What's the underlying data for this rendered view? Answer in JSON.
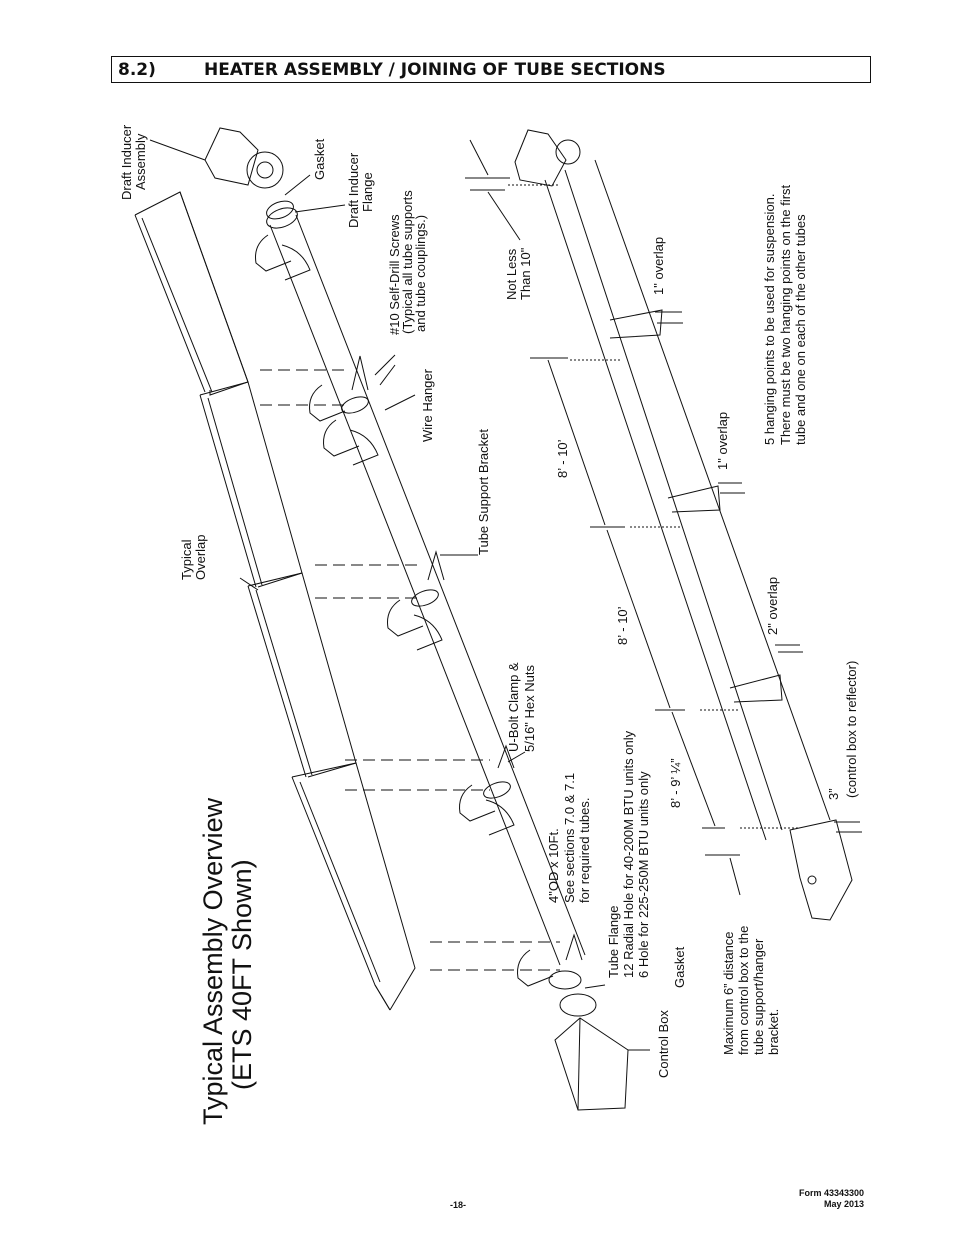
{
  "section": {
    "number": "8.2)",
    "title": "HEATER ASSEMBLY / JOINING OF TUBE SECTIONS"
  },
  "diagram": {
    "title_line1": "Typical Assembly Overview",
    "title_line2": "(ETS 40FT Shown)",
    "labels": {
      "draft_inducer_assembly_1": "Draft Inducer",
      "draft_inducer_assembly_2": "Assembly",
      "gasket_top": "Gasket",
      "draft_inducer_flange_1": "Draft Inducer",
      "draft_inducer_flange_2": "Flange",
      "self_drill_1": "#10 Self-Drill Screws",
      "self_drill_2": "(Typical all tube supports",
      "self_drill_3": "and tube couplings.)",
      "wire_hanger": "Wire Hanger",
      "tube_support_bracket": "Tube Support Bracket",
      "typical_overlap_1": "Typical",
      "typical_overlap_2": "Overlap",
      "ubolt_1": "U-Bolt Clamp &",
      "ubolt_2": "5/16\" Hex Nuts",
      "tube_od_1": "4\"OD x 10Ft.",
      "tube_od_2": "See sections 7.0 & 7.1",
      "tube_od_3": "for required tubes.",
      "tube_flange_1": "Tube Flange",
      "tube_flange_2": "12 Radial Hole for 40-200M BTU units only",
      "tube_flange_3": "6 Hole for 225-250M BTU units only",
      "gasket_bottom": "Gasket",
      "control_box": "Control Box",
      "not_less_1": "Not Less",
      "not_less_2": "Than 10\"",
      "overlap_1": "1\"  overlap",
      "overlap_2": "1\"  overlap",
      "overlap_3": "2\"  overlap",
      "dim_8_10_a": "8’ - 10’",
      "dim_8_10_b": "8’ - 10’",
      "dim_8_9": "8’ - 9’ ¼”",
      "dim_3": "3”",
      "control_to_reflector": "(control box to reflector)",
      "max6_1": "Maximum 6” distance",
      "max6_2": "from control box to the",
      "max6_3": "tube support/hanger",
      "max6_4": "bracket.",
      "hanging_1": "5 hanging points to be used for suspension.",
      "hanging_2": "There must be two hanging points on the first",
      "hanging_3": "tube and one on each of the other tubes"
    }
  },
  "footer": {
    "page": "-18-",
    "form": "Form 43343300",
    "date": "May 2013"
  }
}
